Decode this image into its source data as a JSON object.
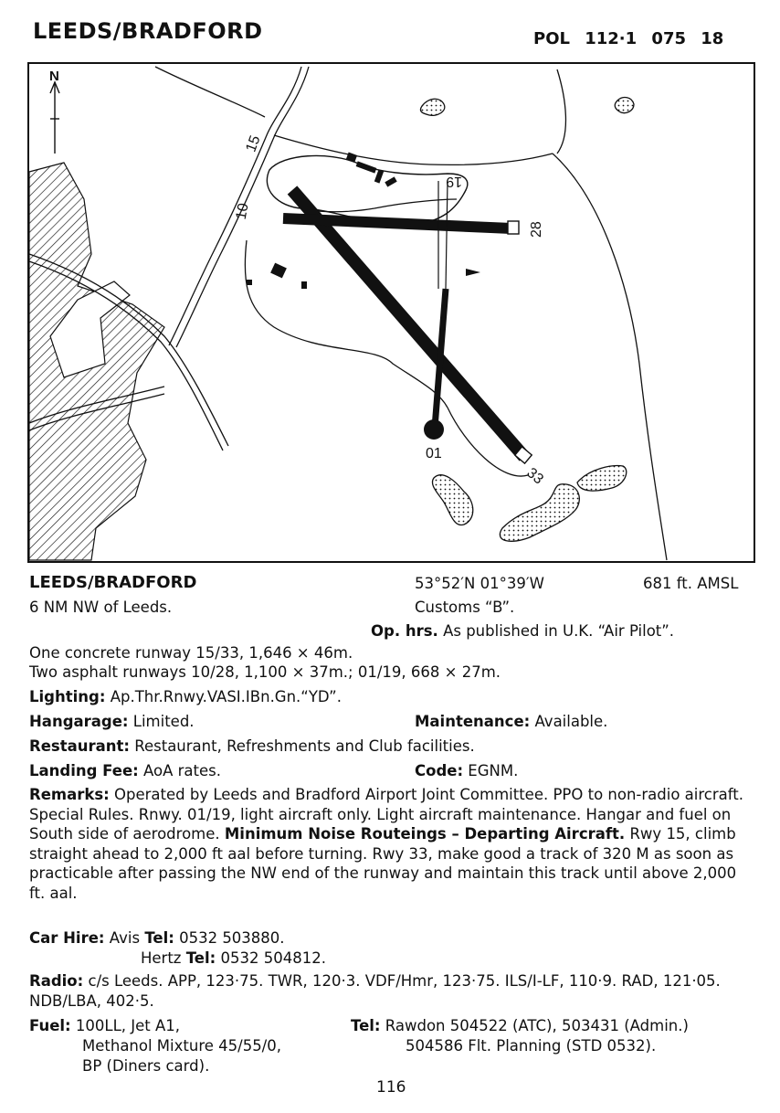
{
  "header": {
    "title": "LEEDS/BRADFORD",
    "freq": "POL 112·1 075 18"
  },
  "map": {
    "north": "N",
    "labels": {
      "rwy15": "15",
      "rwy10": "10",
      "rwy19": "19",
      "rwy28": "28",
      "rwy01": "01",
      "rwy33": "33"
    }
  },
  "info": {
    "name": "LEEDS/BRADFORD",
    "coords": "53°52′N 01°39′W",
    "elevation": "681 ft. AMSL",
    "location": "6 NM NW of Leeds.",
    "customs": "Customs “B”.",
    "ophrs_label": "Op. hrs.",
    "ophrs_value": "As published in U.K. “Air Pilot”.",
    "runway1": "One concrete runway 15/33, 1,646 × 46m.",
    "runway2": "Two asphalt runways 10/28, 1,100 × 37m.; 01/19, 668 × 27m.",
    "lighting_label": "Lighting:",
    "lighting_value": "Ap.Thr.Rnwy.VASI.IBn.Gn.“YD”.",
    "hangarage_label": "Hangarage:",
    "hangarage_value": "Limited.",
    "maintenance_label": "Maintenance:",
    "maintenance_value": "Available.",
    "restaurant_label": "Restaurant:",
    "restaurant_value": "Restaurant, Refreshments and Club facilities.",
    "landing_label": "Landing Fee:",
    "landing_value": "AoA rates.",
    "code_label": "Code:",
    "code_value": "EGNM.",
    "remarks_label": "Remarks:",
    "remarks_text1": "Operated by Leeds and Bradford Airport Joint Committee. PPO to non-radio aircraft. Special Rules. Rnwy. 01/19, light aircraft only. Light aircraft maintenance. Hangar and fuel on South side of aerodrome.",
    "remarks_bold": "Minimum Noise Routeings – Departing Aircraft.",
    "remarks_text2": "Rwy 15, climb straight ahead to 2,000 ft aal before turning. Rwy 33, make good a track of 320 M as soon as practicable after passing the NW end of the runway and maintain this track until above 2,000 ft. aal.",
    "carhire_label": "Car Hire:",
    "carhire1_name": "Avis",
    "carhire2_name": "Hertz",
    "tel_label": "Tel:",
    "carhire1_tel": "0532 503880.",
    "carhire2_tel": "0532 504812.",
    "radio_label": "Radio:",
    "radio_text": "c/s Leeds. APP, 123·75. TWR, 120·3. VDF/Hmr, 123·75. ILS/I-LF, 110·9. RAD, 121·05. NDB/LBA, 402·5.",
    "fuel_label": "Fuel:",
    "fuel_line1": "100LL, Jet A1,",
    "fuel_line2": "Methanol Mixture 45/55/0,",
    "fuel_line3": "BP (Diners card).",
    "tel2_label": "Tel:",
    "tel2_line1": "Rawdon 504522 (ATC), 503431 (Admin.)",
    "tel2_line2": "504586 Flt. Planning (STD 0532)."
  },
  "page_number": "116"
}
